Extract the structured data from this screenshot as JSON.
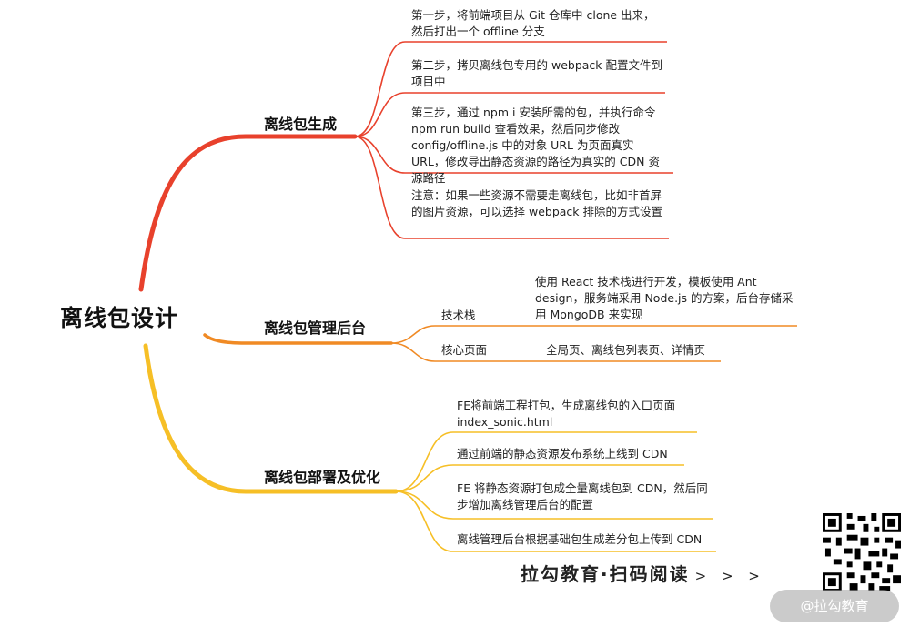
{
  "root": {
    "title": "离线包设计"
  },
  "colors": {
    "branch1": "#e8412c",
    "branch2": "#f08a24",
    "branch3": "#f6bf26"
  },
  "branches": [
    {
      "title": "离线包生成",
      "leaves": [
        "第一步，将前端项目从 Git 仓库中 clone 出来，然后打出一个 offline 分支",
        "第二步，拷贝离线包专用的 webpack 配置文件到项目中",
        "第三步，通过 npm i 安装所需的包，并执行命令 npm run build 查看效果，然后同步修改config/offline.js 中的对象 URL 为页面真实 URL，修改导出静态资源的路径为真实的 CDN 资源路径",
        "注意：如果一些资源不需要走离线包，比如非首屏的图片资源，可以选择 webpack 排除的方式设置"
      ]
    },
    {
      "title": "离线包管理后台",
      "children": [
        {
          "label": "技术栈",
          "value": "使用 React 技术栈进行开发，模板使用 Ant design，服务端采用 Node.js 的方案，后台存储采用 MongoDB 来实现"
        },
        {
          "label": "核心页面",
          "value": "全局页、离线包列表页、详情页"
        }
      ]
    },
    {
      "title": "离线包部署及优化",
      "leaves": [
        "FE将前端工程打包，生成离线包的入口页面 index_sonic.html",
        "通过前端的静态资源发布系统上线到 CDN",
        "FE 将静态资源打包成全量离线包到 CDN，然后同步增加离线管理后台的配置",
        "离线管理后台根据基础包生成差分包上传到 CDN"
      ]
    }
  ],
  "footer": {
    "text": "拉勾教育·扫码阅读",
    "arrows": "> > >"
  },
  "watermark": "@拉勾教育"
}
